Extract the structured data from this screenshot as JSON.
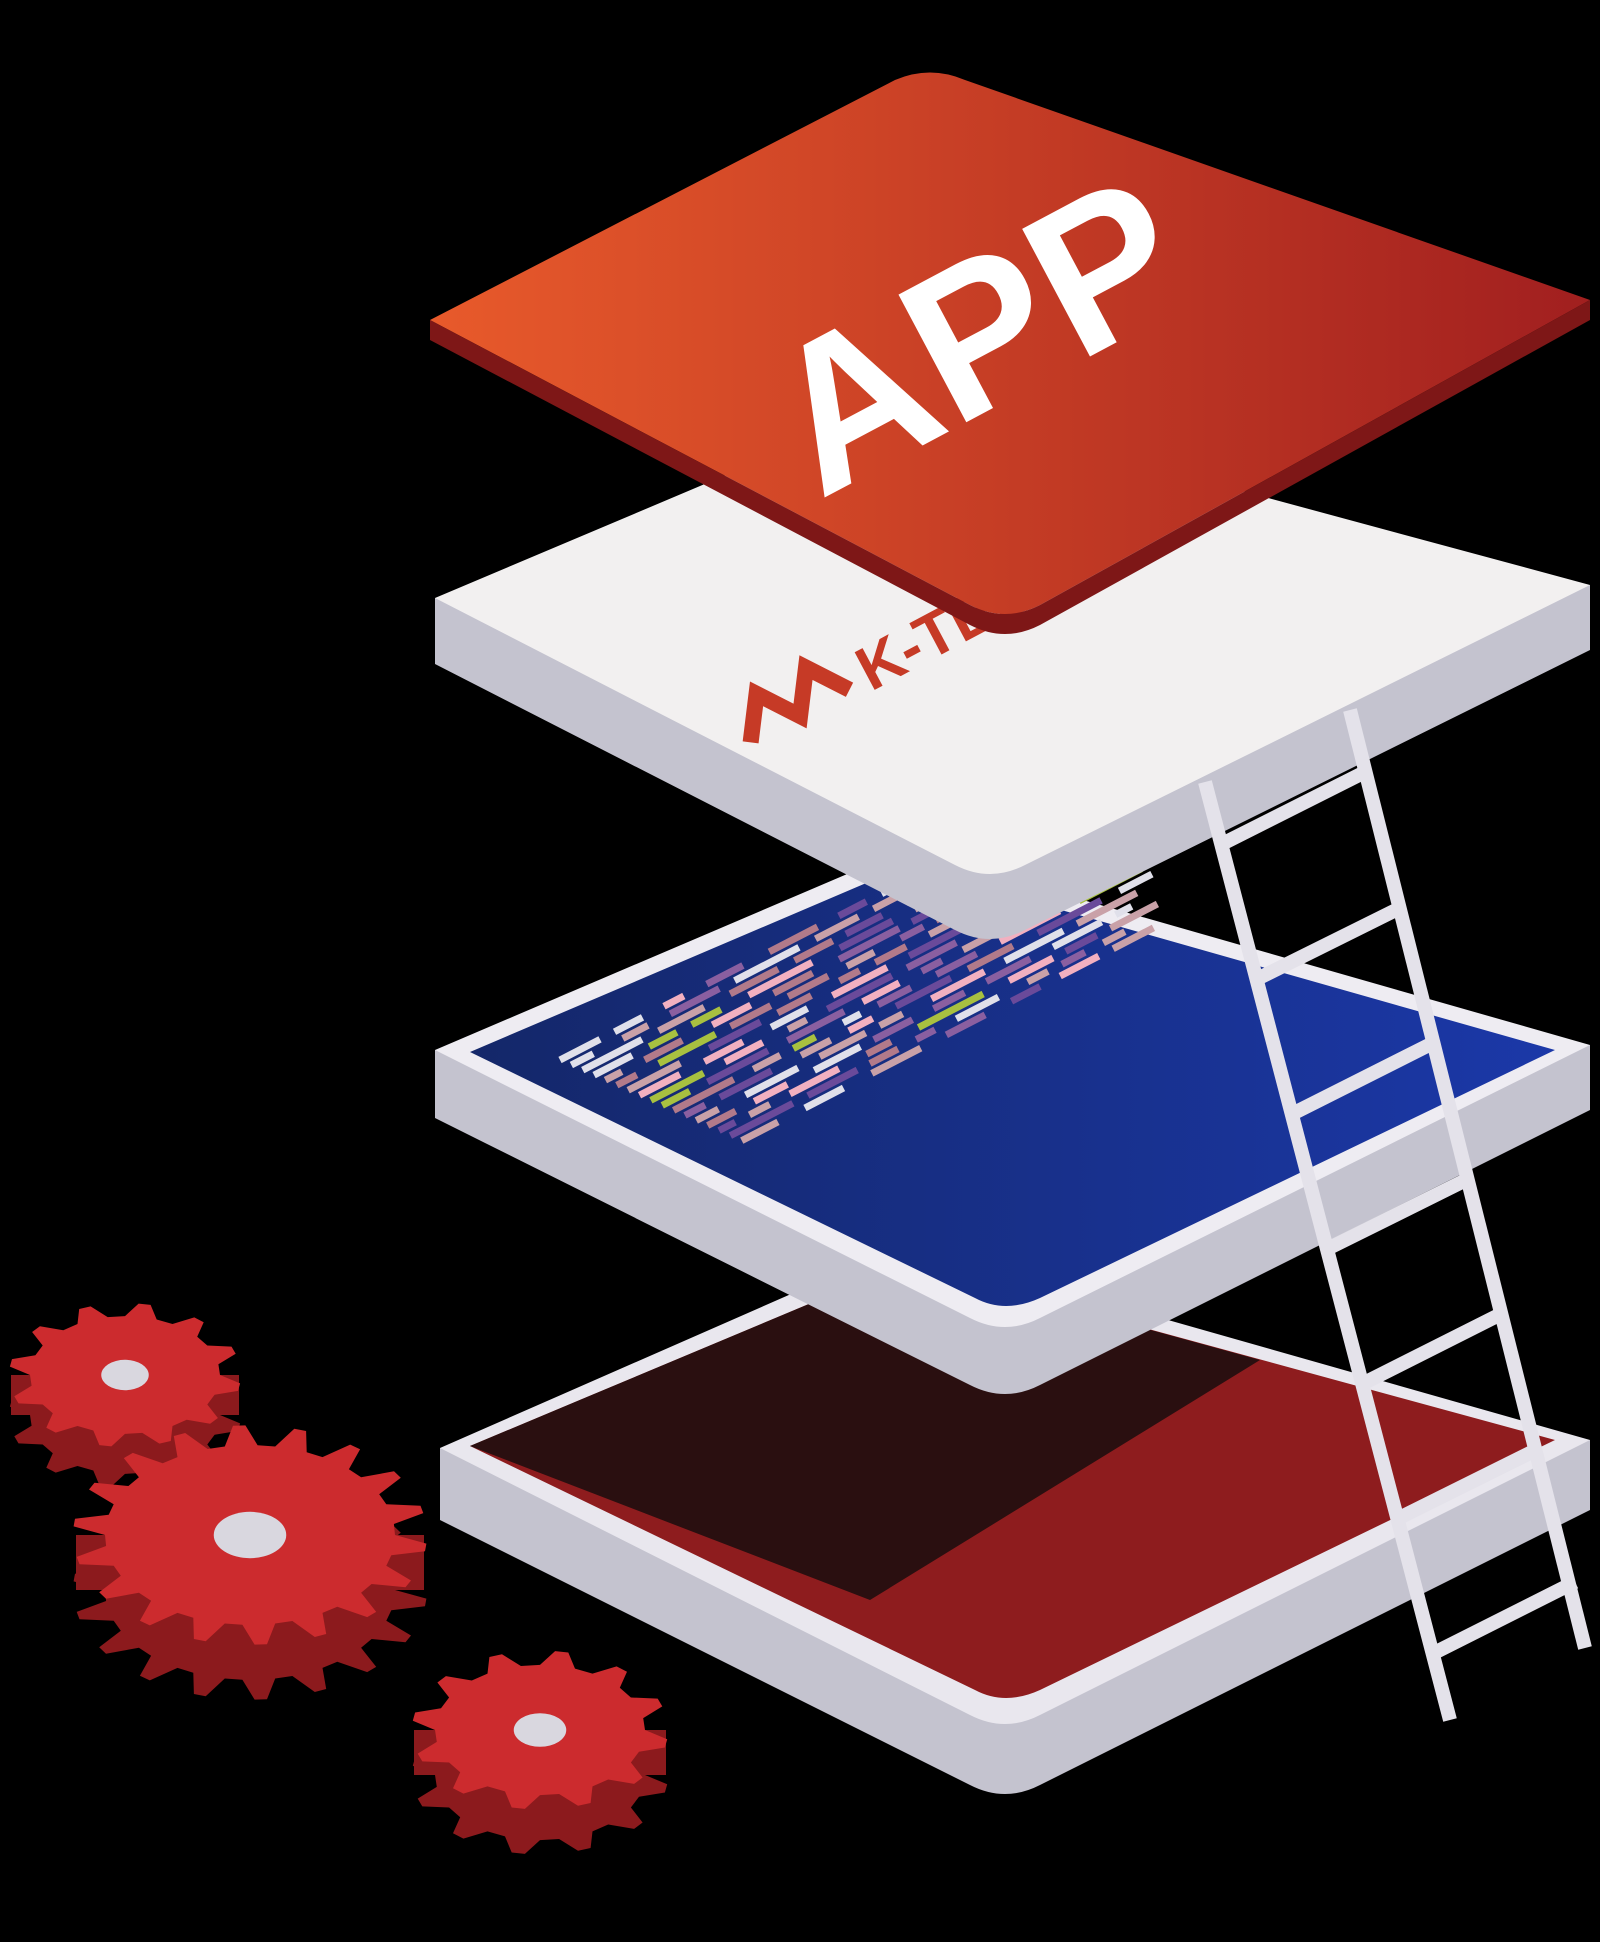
{
  "app_tile": {
    "label": "APP"
  },
  "brand": {
    "name": "K-TECH",
    "logo": "k-tech-chevron-logo"
  },
  "colors": {
    "background": "#000000",
    "app_start": "#E85A2B",
    "app_end": "#A11F1F",
    "layer_white": "#F2F0F0",
    "layer_edge": "#C4C3CF",
    "code_screen": "#1B38A8",
    "code_screen_dark": "#142769",
    "base_red": "#8E1C1E",
    "base_dark": "#2A0F10",
    "gear": "#CC2B2E",
    "gear_dark": "#8C1A1D",
    "gear_hub": "#D9D7DF"
  },
  "icons": [
    "gear-icon",
    "ladder-icon",
    "code-lines-icon",
    "k-tech-logo-icon"
  ]
}
